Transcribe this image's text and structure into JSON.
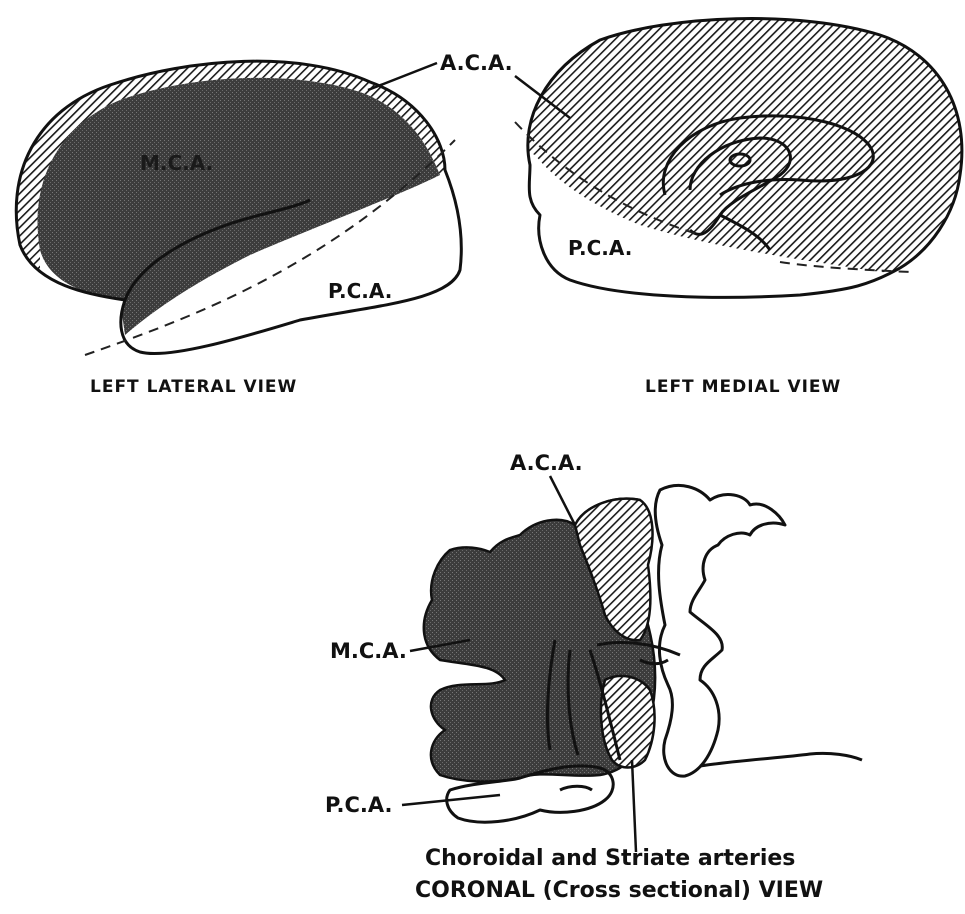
{
  "lateral_view": {
    "caption": "LEFT LATERAL VIEW",
    "label_mca": "M.C.A.",
    "label_pca": "P.C.A."
  },
  "medial_view": {
    "caption": "LEFT MEDIAL VIEW",
    "label_pca": "P.C.A."
  },
  "shared_label_aca": "A.C.A.",
  "coronal_view": {
    "label_aca": "A.C.A.",
    "label_mca": "M.C.A.",
    "label_pca": "P.C.A.",
    "label_choroidal": "Choroidal and Striate arteries",
    "caption": "CORONAL (Cross sectional) VIEW"
  },
  "colors": {
    "mca_fill": "#4a4a4a",
    "aca_hatch": "#2a2a2a",
    "background": "#ffffff"
  }
}
